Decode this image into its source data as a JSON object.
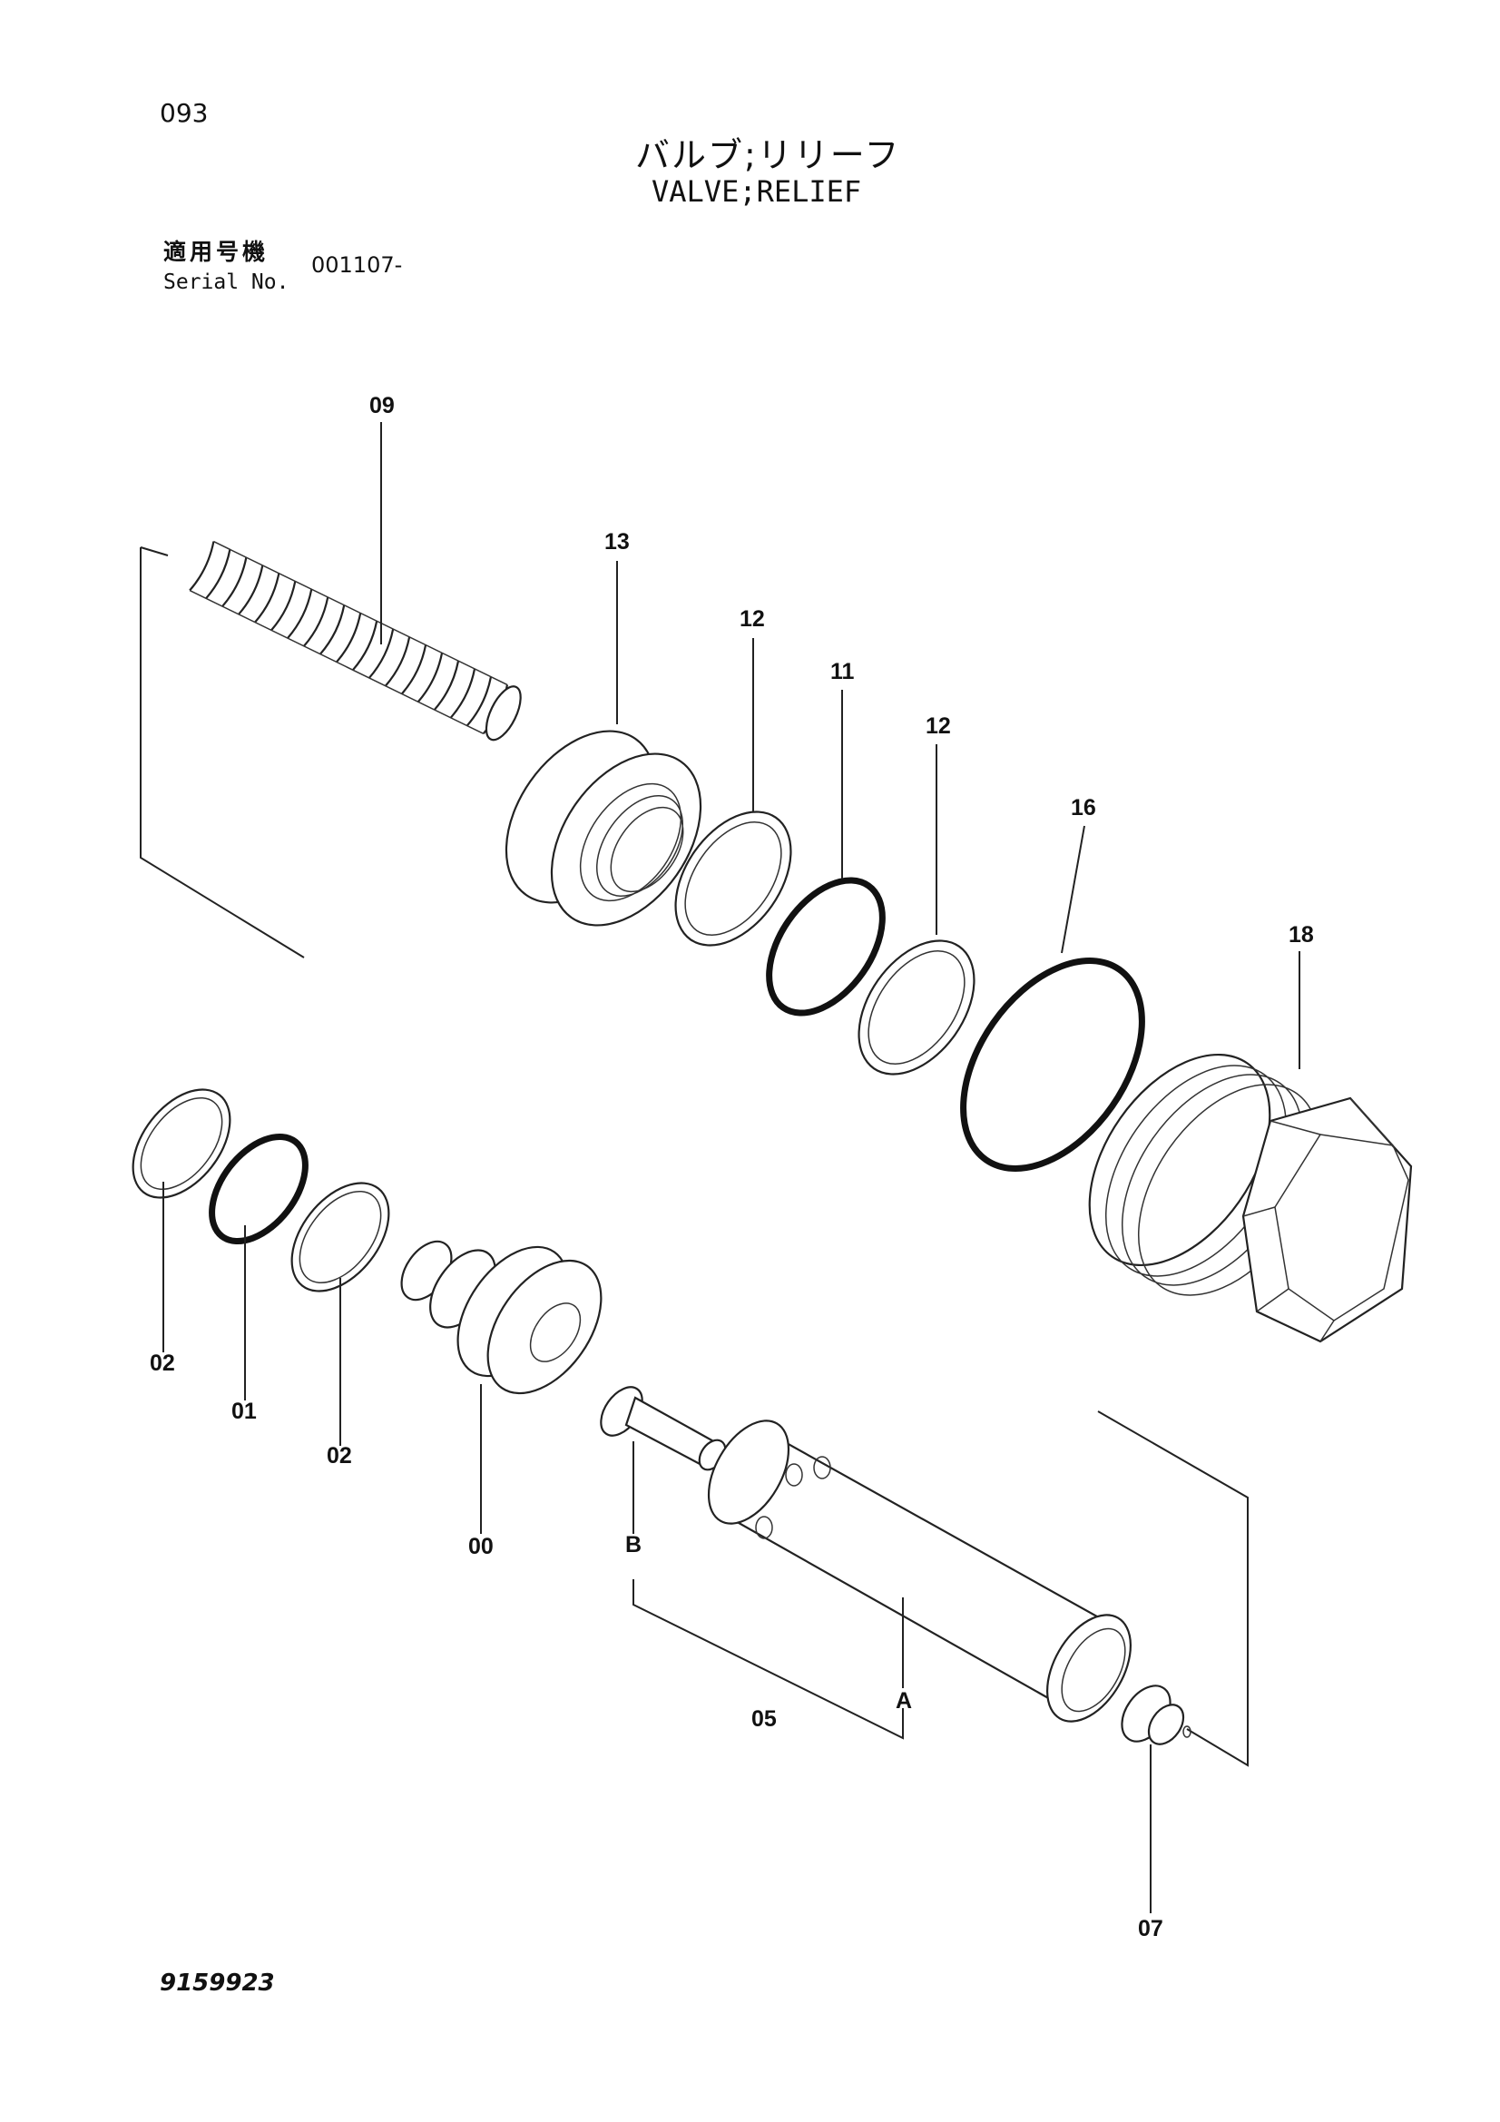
{
  "header": {
    "page_number": "093",
    "title_jp": "バルブ;リリーフ",
    "title_en": "VALVE;RELIEF"
  },
  "serial": {
    "label_jp": "適用号機",
    "label_en": "Serial No.",
    "value": "001107-"
  },
  "callouts": {
    "p00": "00",
    "p01": "01",
    "p02a": "02",
    "p02b": "02",
    "p05": "05",
    "p07": "07",
    "p09": "09",
    "p11": "11",
    "p12a": "12",
    "p12b": "12",
    "p13": "13",
    "p16": "16",
    "p18": "18",
    "pA": "A",
    "pB": "B"
  },
  "footer": {
    "doc_number": "9159923"
  }
}
